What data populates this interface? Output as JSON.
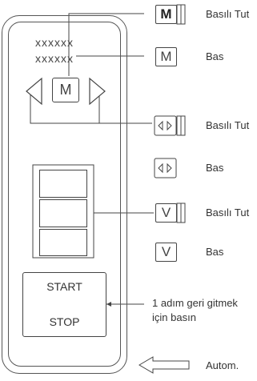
{
  "display": {
    "row1": "xxxxxx",
    "row2": "xxxxxx"
  },
  "device": {
    "m_key": "M",
    "start_label": "START",
    "stop_label": "STOP"
  },
  "legend": {
    "m_hold": {
      "key": "M",
      "text": "Basılı Tut"
    },
    "m_press": {
      "key": "M",
      "text": "Bas"
    },
    "arrows_hold": {
      "text": "Basılı Tut"
    },
    "arrows_press": {
      "text": "Bas"
    },
    "v_hold": {
      "key": "V",
      "text": "Basılı Tut"
    },
    "v_press": {
      "key": "V",
      "text": "Bas"
    },
    "startstop_note_line1": "1 adım geri gitmek",
    "startstop_note_line2": "için basın",
    "autom": "Autom."
  },
  "icons": [
    "left-arrow-key-icon",
    "right-arrow-key-icon",
    "hollow-left-arrow-icon"
  ]
}
